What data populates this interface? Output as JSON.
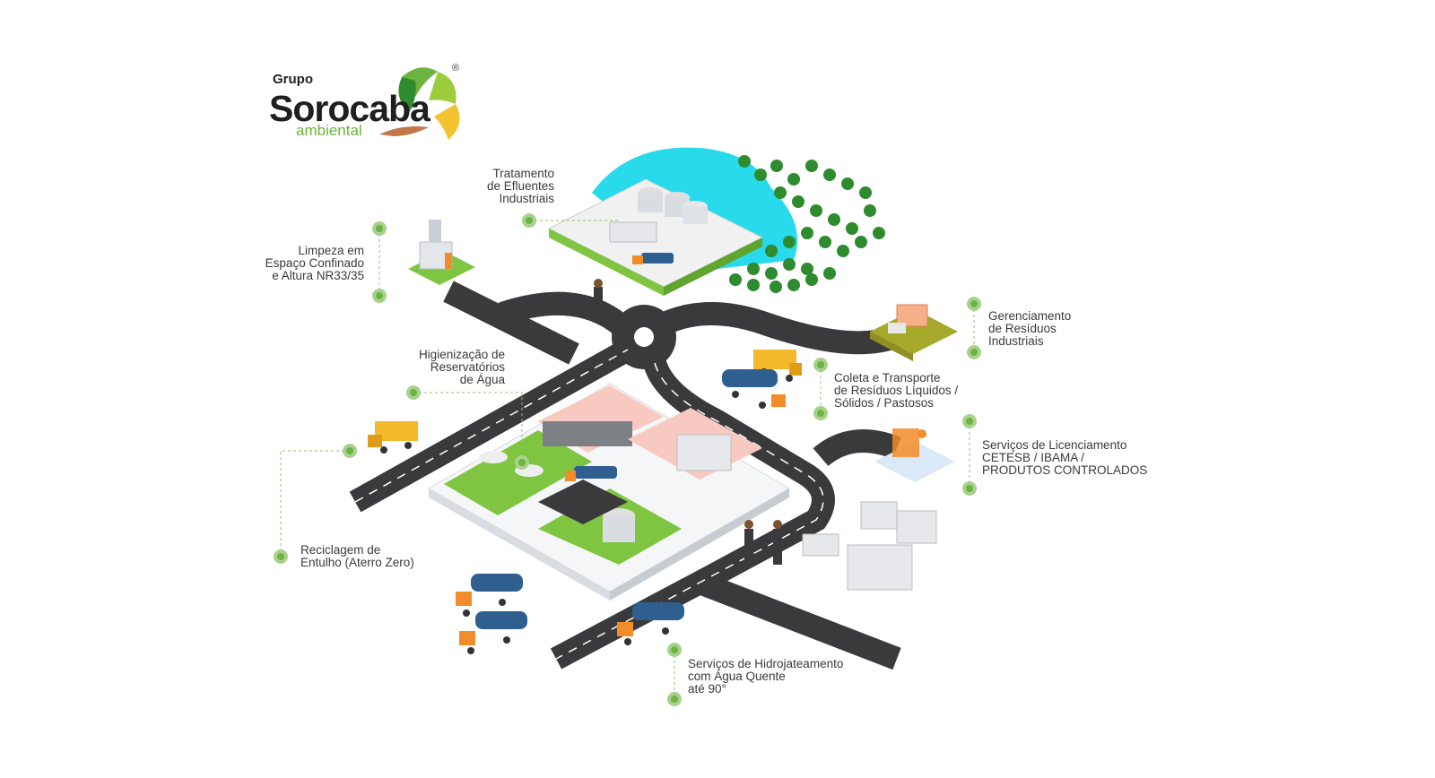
{
  "brand": {
    "group": "Grupo",
    "name": "Sorocaba",
    "tagline": "ambiental",
    "registered": "®"
  },
  "colors": {
    "road": "#3a3a3c",
    "grass": "#7fc542",
    "water": "#29d9ec",
    "accent": "#6db33f",
    "orange": "#f28c28",
    "tank_blue": "#2f5f8f"
  },
  "services": [
    {
      "label": "Tratamento\nde Efluentes\nIndustriais"
    },
    {
      "label": "Limpeza em\nEspaço Confinado\ne Altura NR33/35"
    },
    {
      "label": "Gerenciamento\nde Resíduos\nIndustriais"
    },
    {
      "label": "Higienização de\nReservatórios\nde Água"
    },
    {
      "label": "Coleta e Transporte\nde Resíduos Líquidos /\nSólidos / Pastosos"
    },
    {
      "label": "Serviços de Licenciamento\nCETESB / IBAMA /\nPRODUTOS CONTROLADOS"
    },
    {
      "label": "Reciclagem de\nEntulho (Aterro Zero)"
    },
    {
      "label": "Serviços de Hidrojateamento\ncom Água Quente\naté 90°"
    }
  ]
}
